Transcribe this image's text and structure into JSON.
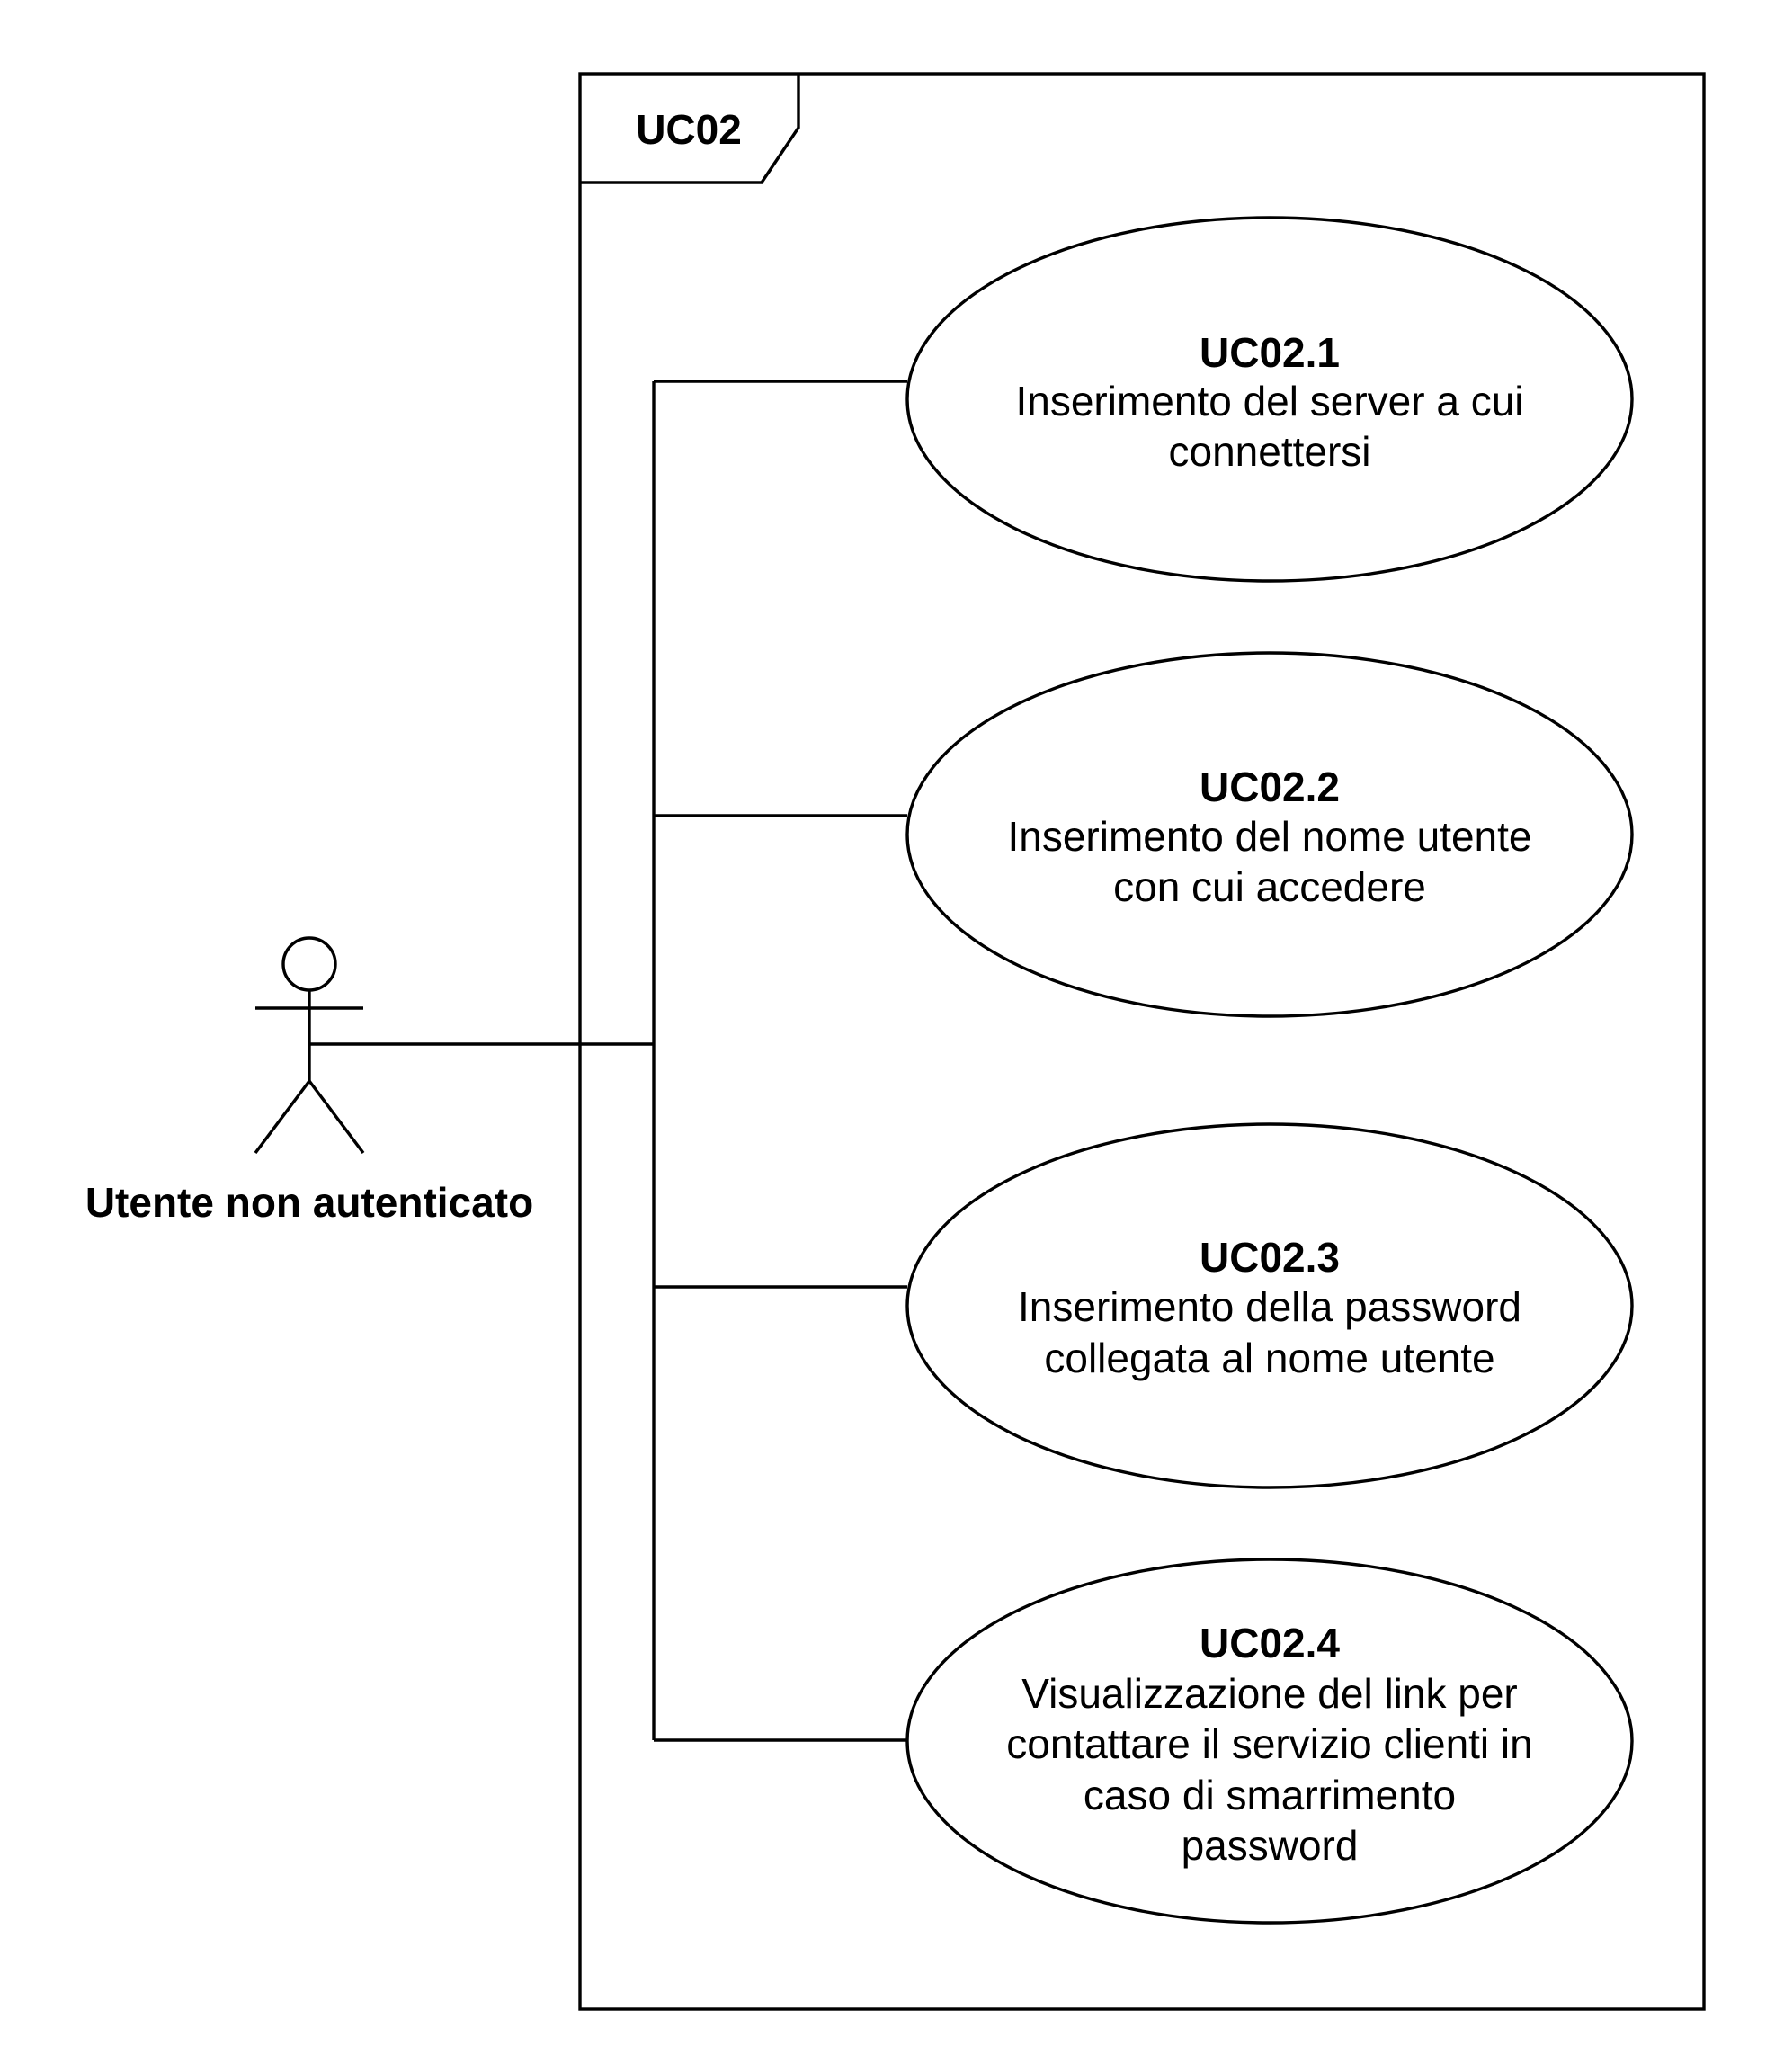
{
  "frame": {
    "label": "UC02"
  },
  "actor": {
    "label": "Utente non autenticato"
  },
  "use_cases": [
    {
      "id": "UC02.1",
      "lines": [
        "Inserimento del server a cui",
        "connettersi"
      ]
    },
    {
      "id": "UC02.2",
      "lines": [
        "Inserimento del nome utente",
        "con cui accedere"
      ]
    },
    {
      "id": "UC02.3",
      "lines": [
        "Inserimento della password",
        "collegata al nome utente"
      ]
    },
    {
      "id": "UC02.4",
      "lines": [
        "Visualizzazione del link per",
        "contattare il servizio clienti in",
        "caso di smarrimento",
        "password"
      ]
    }
  ]
}
